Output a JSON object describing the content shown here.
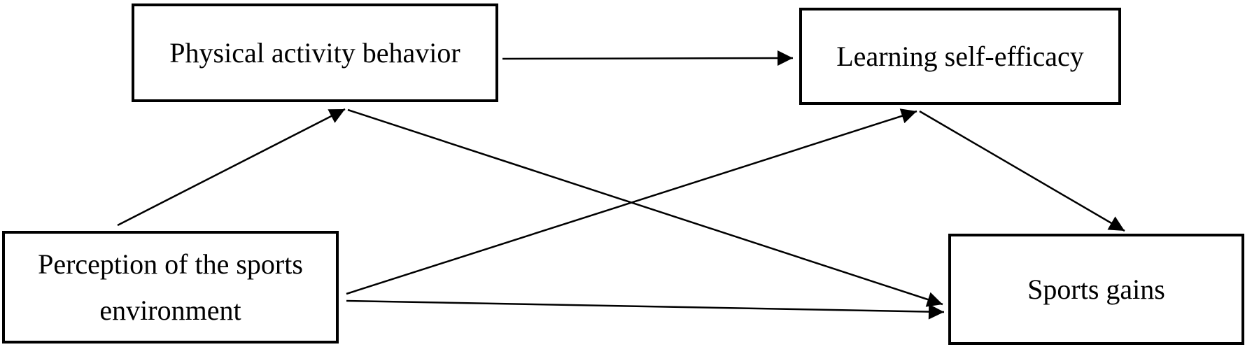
{
  "nodes": {
    "physical_activity_behavior": "Physical activity behavior",
    "learning_self_efficacy": "Learning self-efficacy",
    "perception_of_sports_environment": "Perception of the sports environment",
    "sports_gains": "Sports gains"
  },
  "edges": [
    {
      "from": "physical_activity_behavior",
      "to": "learning_self_efficacy"
    },
    {
      "from": "perception_of_sports_environment",
      "to": "physical_activity_behavior"
    },
    {
      "from": "physical_activity_behavior",
      "to": "sports_gains"
    },
    {
      "from": "perception_of_sports_environment",
      "to": "learning_self_efficacy"
    },
    {
      "from": "learning_self_efficacy",
      "to": "sports_gains"
    },
    {
      "from": "perception_of_sports_environment",
      "to": "sports_gains"
    }
  ],
  "colors": {
    "stroke": "#000000",
    "background": "#ffffff"
  }
}
